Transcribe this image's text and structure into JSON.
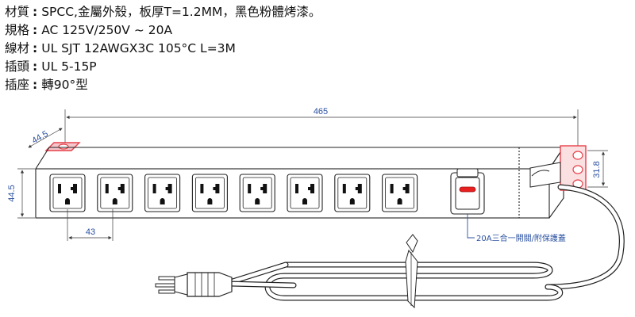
{
  "specs": [
    {
      "label": "材質",
      "value": "SPCC,金屬外殼，板厚T=1.2MM，黑色粉體烤漆。"
    },
    {
      "label": "規格",
      "value": "AC 125V/250V ~ 20A"
    },
    {
      "label": "線材",
      "value": "UL SJT 12AWGX3C 105°C L=3M"
    },
    {
      "label": "插頭",
      "value": "UL 5-15P"
    },
    {
      "label": "插座",
      "value": "轉90°型"
    }
  ],
  "colon": ":",
  "dimensions": {
    "total_length": "465",
    "bracket_angle": "44.5",
    "body_height": "44.5",
    "outlet_pitch": "43",
    "bracket_width": "31.8"
  },
  "callout": "20A三合一開關/附保護蓋",
  "outlet_count": 8,
  "colors": {
    "dimension_text": "#2a50a0",
    "bracket": "#e8404a",
    "switch_lamp": "#e82020"
  }
}
